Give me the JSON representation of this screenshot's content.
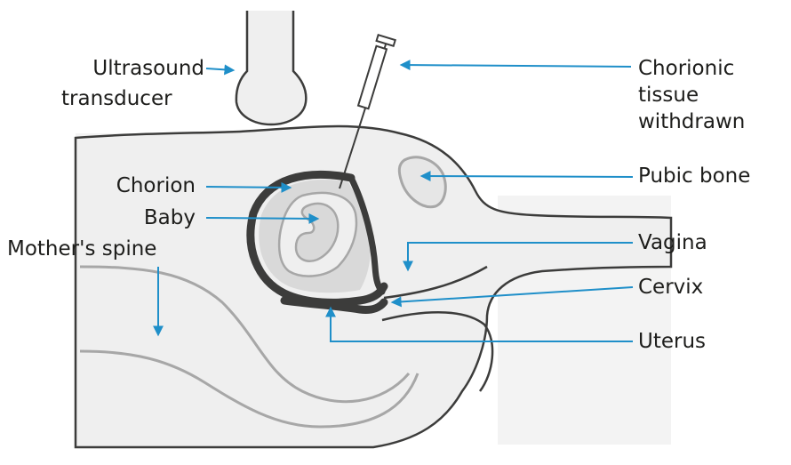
{
  "labels": {
    "ultrasound_line1": "Ultrasound",
    "ultrasound_line2": "transducer",
    "chorion": "Chorion",
    "baby": "Baby",
    "spine": "Mother's spine",
    "chorionic_line1": "Chorionic",
    "chorionic_line2": "tissue",
    "chorionic_line3": "withdrawn",
    "pubic": "Pubic bone",
    "vagina": "Vagina",
    "cervix": "Cervix",
    "uterus": "Uterus"
  },
  "colors": {
    "arrow": "#1f8fc9",
    "outline": "#3c3c3b",
    "fill_light": "#ececec",
    "fill_mid": "#d9d9d9",
    "uterus_wall": "#3c3c3b",
    "inner_line": "#a7a7a7",
    "text": "#1d1d1b"
  }
}
